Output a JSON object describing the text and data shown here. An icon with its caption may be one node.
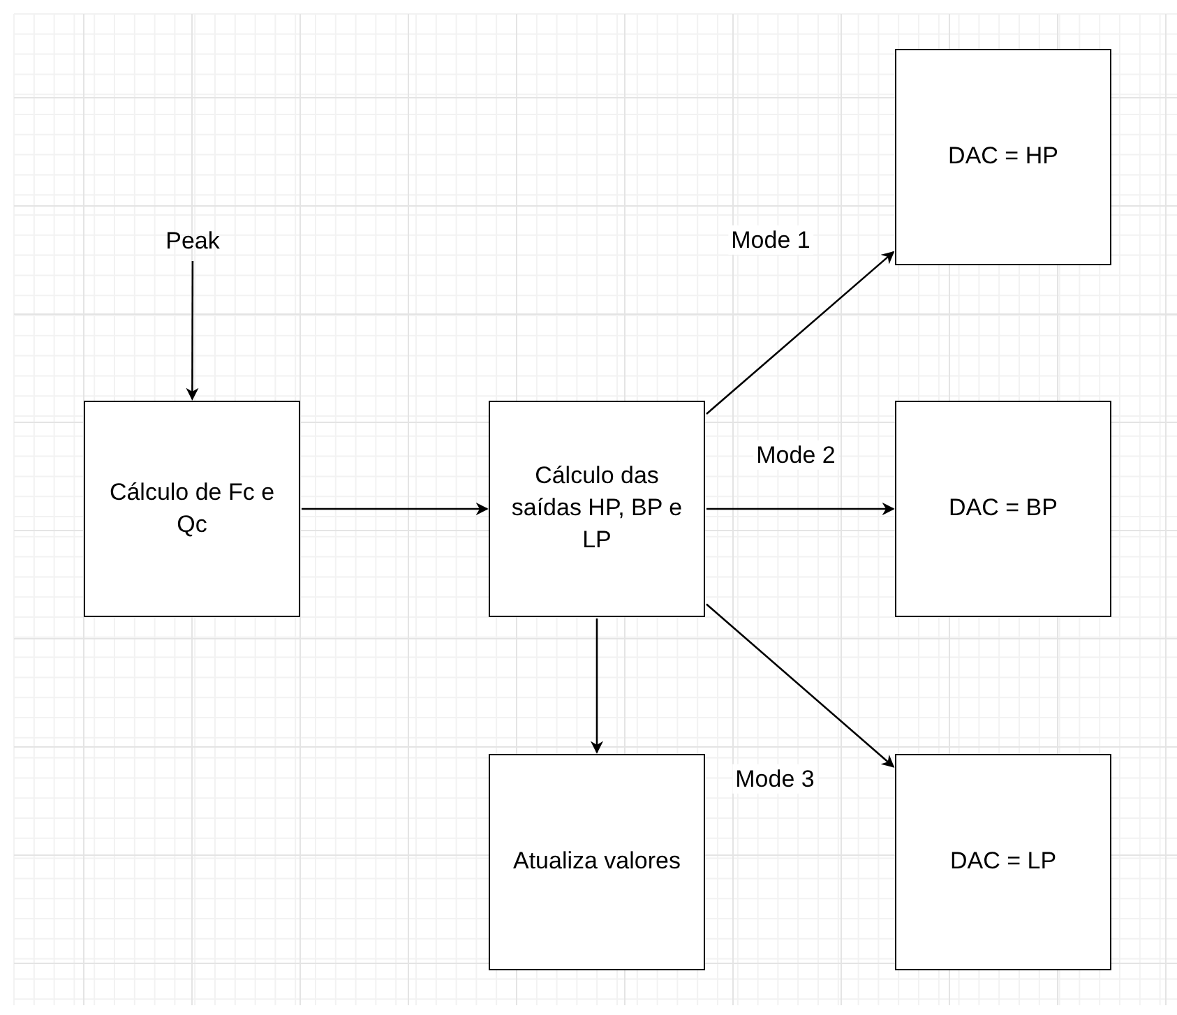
{
  "diagram": {
    "nodes": [
      {
        "text": [
          "DAC = HP"
        ]
      },
      {
        "text": [
          "Peak"
        ]
      },
      {
        "text": [
          "Cálculo de Fc e Qc"
        ]
      },
      {
        "text": [
          "Cálculo das saídas HP, BP e LP"
        ]
      },
      {
        "text": [
          "DAC = BP"
        ]
      },
      {
        "text": [
          "Atualiza valores"
        ]
      },
      {
        "text": [
          "DAC = LP"
        ]
      }
    ],
    "edges": [
      {
        "from": 1,
        "to": 2,
        "arrow": "to"
      },
      {
        "from": 2,
        "to": 3,
        "arrow": "to"
      },
      {
        "from": 3,
        "to": 0,
        "arrow": "to",
        "label": "Mode 1"
      },
      {
        "from": 3,
        "to": 4,
        "arrow": "to",
        "label": "Mode 2"
      },
      {
        "from": 3,
        "to": 6,
        "arrow": "to",
        "label": "Mode 3"
      },
      {
        "from": 3,
        "to": 5,
        "arrow": "to"
      }
    ]
  }
}
